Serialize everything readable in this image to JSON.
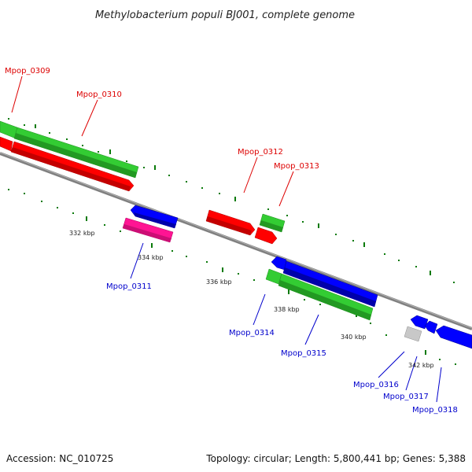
{
  "title": "Methylobacterium populi BJ001, complete genome",
  "footer": {
    "accession": "Accession: NC_010725",
    "summary": "Topology: circular; Length: 5,800,441 bp; Genes: 5,388"
  },
  "colors": {
    "backbone": "#808080",
    "red_gene": "#ff0000",
    "green_gene": "#33cc33",
    "blue_gene": "#0000ff",
    "magenta_gene": "#ff1493",
    "grey_gene": "#c8c8c8",
    "tick": "#006600",
    "red_label": "#dd0000",
    "blue_label": "#0000cc"
  },
  "scale": {
    "labels": [
      "332 kbp",
      "334 kbp",
      "336 kbp",
      "338 kbp",
      "340 kbp",
      "342 kbp"
    ]
  },
  "genes": {
    "Mpop_0309": "Mpop_0309",
    "Mpop_0310": "Mpop_0310",
    "Mpop_0311": "Mpop_0311",
    "Mpop_0312": "Mpop_0312",
    "Mpop_0313": "Mpop_0313",
    "Mpop_0314": "Mpop_0314",
    "Mpop_0315": "Mpop_0315",
    "Mpop_0316": "Mpop_0316",
    "Mpop_0317": "Mpop_0317",
    "Mpop_0318": "Mpop_0318"
  }
}
